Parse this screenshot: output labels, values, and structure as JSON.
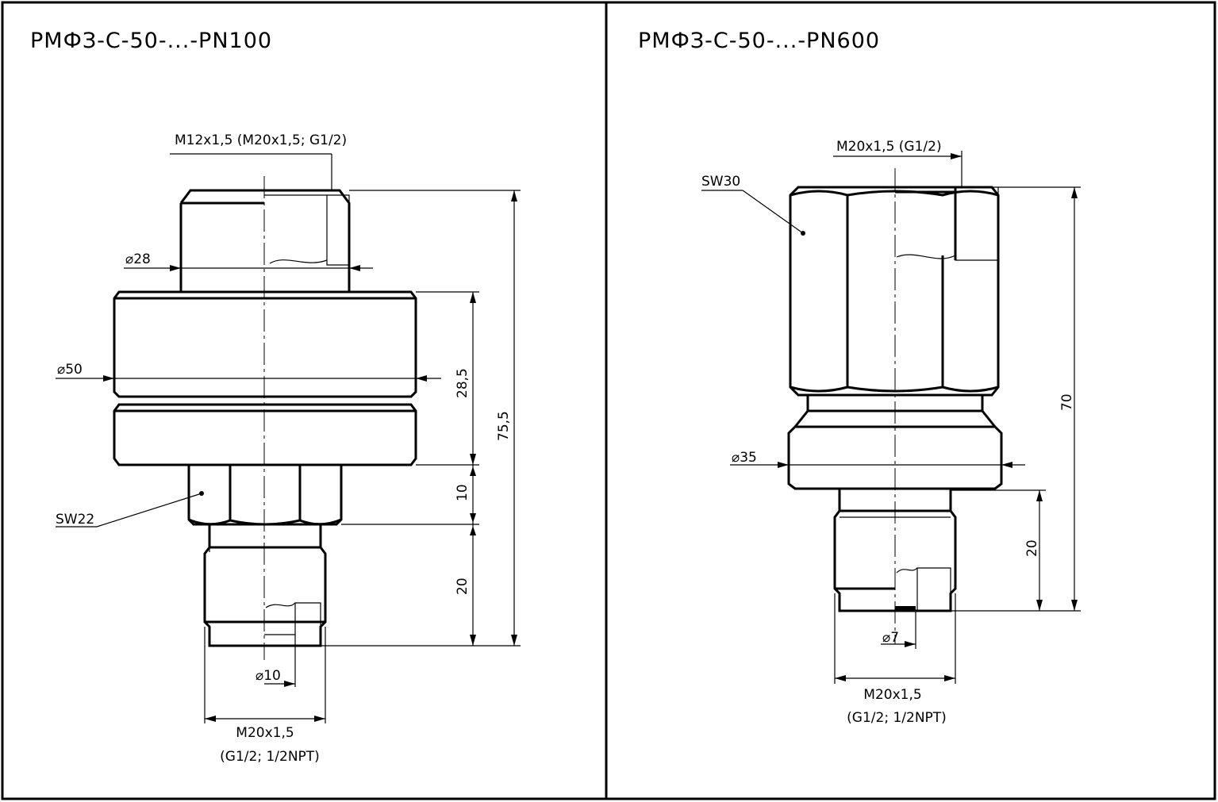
{
  "colors": {
    "line": "#000000",
    "background": "#ffffff"
  },
  "left": {
    "title": "РМФЗ-С-50-...-PN100",
    "top_thread": "M12x1,5 (M20x1,5; G1/2)",
    "dia_top": "⌀28",
    "dia_body": "⌀50",
    "dim_body_height": "28,5",
    "dim_total_height": "75,5",
    "dim_hex_height": "10",
    "dim_thread_length": "20",
    "wrench": "SW22",
    "dia_bore": "⌀10",
    "bottom_thread": "M20x1,5",
    "bottom_thread_alt": "(G1/2; 1/2NPT)"
  },
  "right": {
    "title": "РМФЗ-С-50-...-PN600",
    "top_thread": "M20x1,5 (G1/2)",
    "wrench": "SW30",
    "dia_body": "⌀35",
    "dim_total_height": "70",
    "dim_thread_length": "20",
    "dia_bore": "⌀7",
    "bottom_thread": "M20x1,5",
    "bottom_thread_alt": "(G1/2; 1/2NPT)"
  }
}
